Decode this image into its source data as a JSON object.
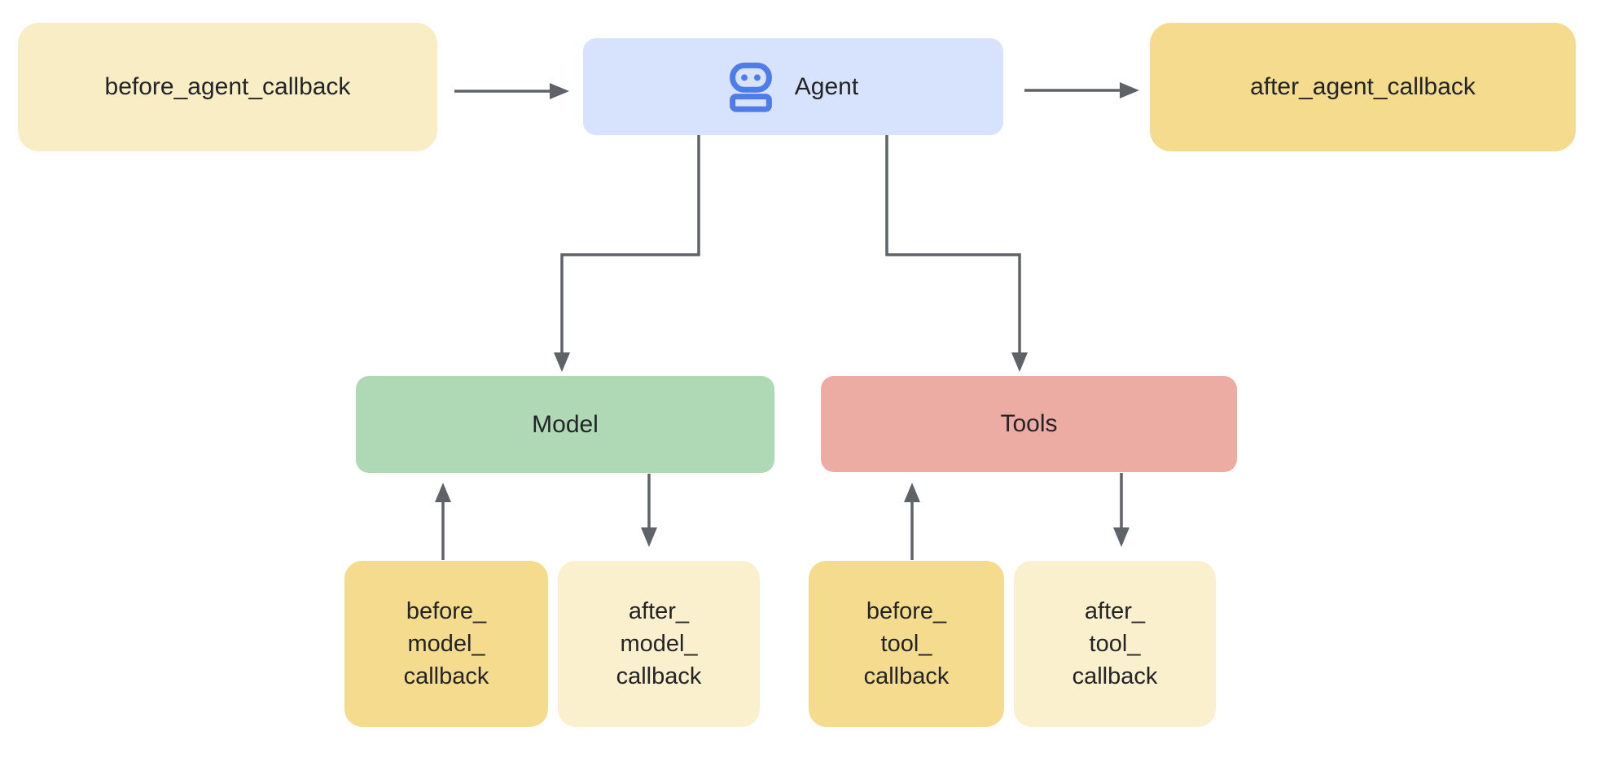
{
  "colors": {
    "background": "#FFFFFF",
    "arrow": "#5F6368",
    "text": "#232427",
    "robot_blue": "#4E7CE8",
    "agent_bg": "#D7E3FC",
    "model_bg": "#AFD8B4",
    "tools_bg": "#ECACA4",
    "gold_bg": "#F5DB8D",
    "cream_bg": "#F9EDC6",
    "pale_yellow_bg": "#FAF0CE"
  },
  "nodes": {
    "before_agent": {
      "label": "before_agent_callback",
      "bg": "#F9EDC6"
    },
    "agent": {
      "label": "Agent",
      "bg": "#D7E3FC",
      "icon": "robot-icon"
    },
    "after_agent": {
      "label": "after_agent_callback",
      "bg": "#F5DB8D"
    },
    "model": {
      "label": "Model",
      "bg": "#AFD8B4"
    },
    "tools": {
      "label": "Tools",
      "bg": "#ECACA4"
    },
    "before_model": {
      "label": "before_\nmodel_\ncallback",
      "bg": "#F5DB8D"
    },
    "after_model": {
      "label": "after_\nmodel_\ncallback",
      "bg": "#FAF0CE"
    },
    "before_tool": {
      "label": "before_\ntool_\ncallback",
      "bg": "#F5DB8D"
    },
    "after_tool": {
      "label": "after_\ntool_\ncallback",
      "bg": "#FAF0CE"
    }
  },
  "edges": [
    {
      "from": "before_agent_callback",
      "to": "Agent"
    },
    {
      "from": "Agent",
      "to": "after_agent_callback"
    },
    {
      "from": "Agent",
      "to": "Model"
    },
    {
      "from": "Agent",
      "to": "Tools"
    },
    {
      "from": "before_model_callback",
      "to": "Model"
    },
    {
      "from": "Model",
      "to": "after_model_callback"
    },
    {
      "from": "before_tool_callback",
      "to": "Tools"
    },
    {
      "from": "Tools",
      "to": "after_tool_callback"
    }
  ]
}
